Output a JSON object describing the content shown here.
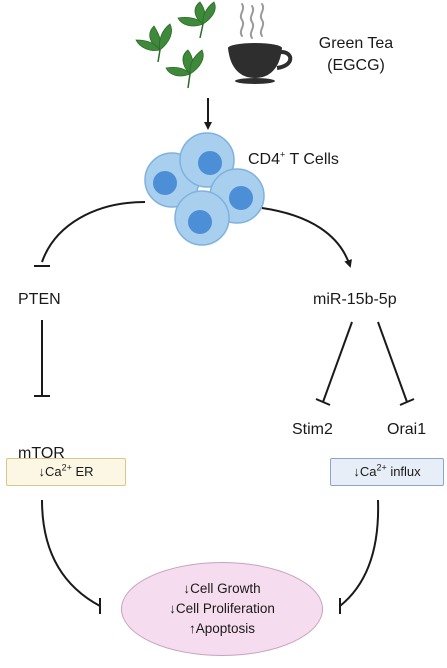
{
  "source": {
    "title_line1": "Green Tea",
    "title_line2": "(EGCG)"
  },
  "cells": {
    "label_main": "CD4",
    "label_sup": "+",
    "label_rest": " T Cells"
  },
  "nodes": {
    "pten": "PTEN",
    "mtor": "mTOR",
    "mirna": "miR-15b-5p",
    "stim2": "Stim2",
    "orai1": "Orai1"
  },
  "effects": {
    "er": {
      "arrow": "↓",
      "ion": "Ca",
      "charge": "2+",
      "text": " ER"
    },
    "influx": {
      "arrow": "↓",
      "ion": "Ca",
      "charge": "2+",
      "text": " influx"
    }
  },
  "outcome": {
    "lines": [
      "↓Cell Growth",
      "↓Cell Proliferation",
      "↑Apoptosis"
    ]
  },
  "colors": {
    "leaf": "#3f8a3a",
    "cup": "#2e2e2e",
    "cell_outer": "#a9cfee",
    "cell_inner": "#4d8fd6",
    "er_box": "#fbf7e4",
    "influx_box": "#e7eef8",
    "outcome_fill": "#f6dcef"
  }
}
